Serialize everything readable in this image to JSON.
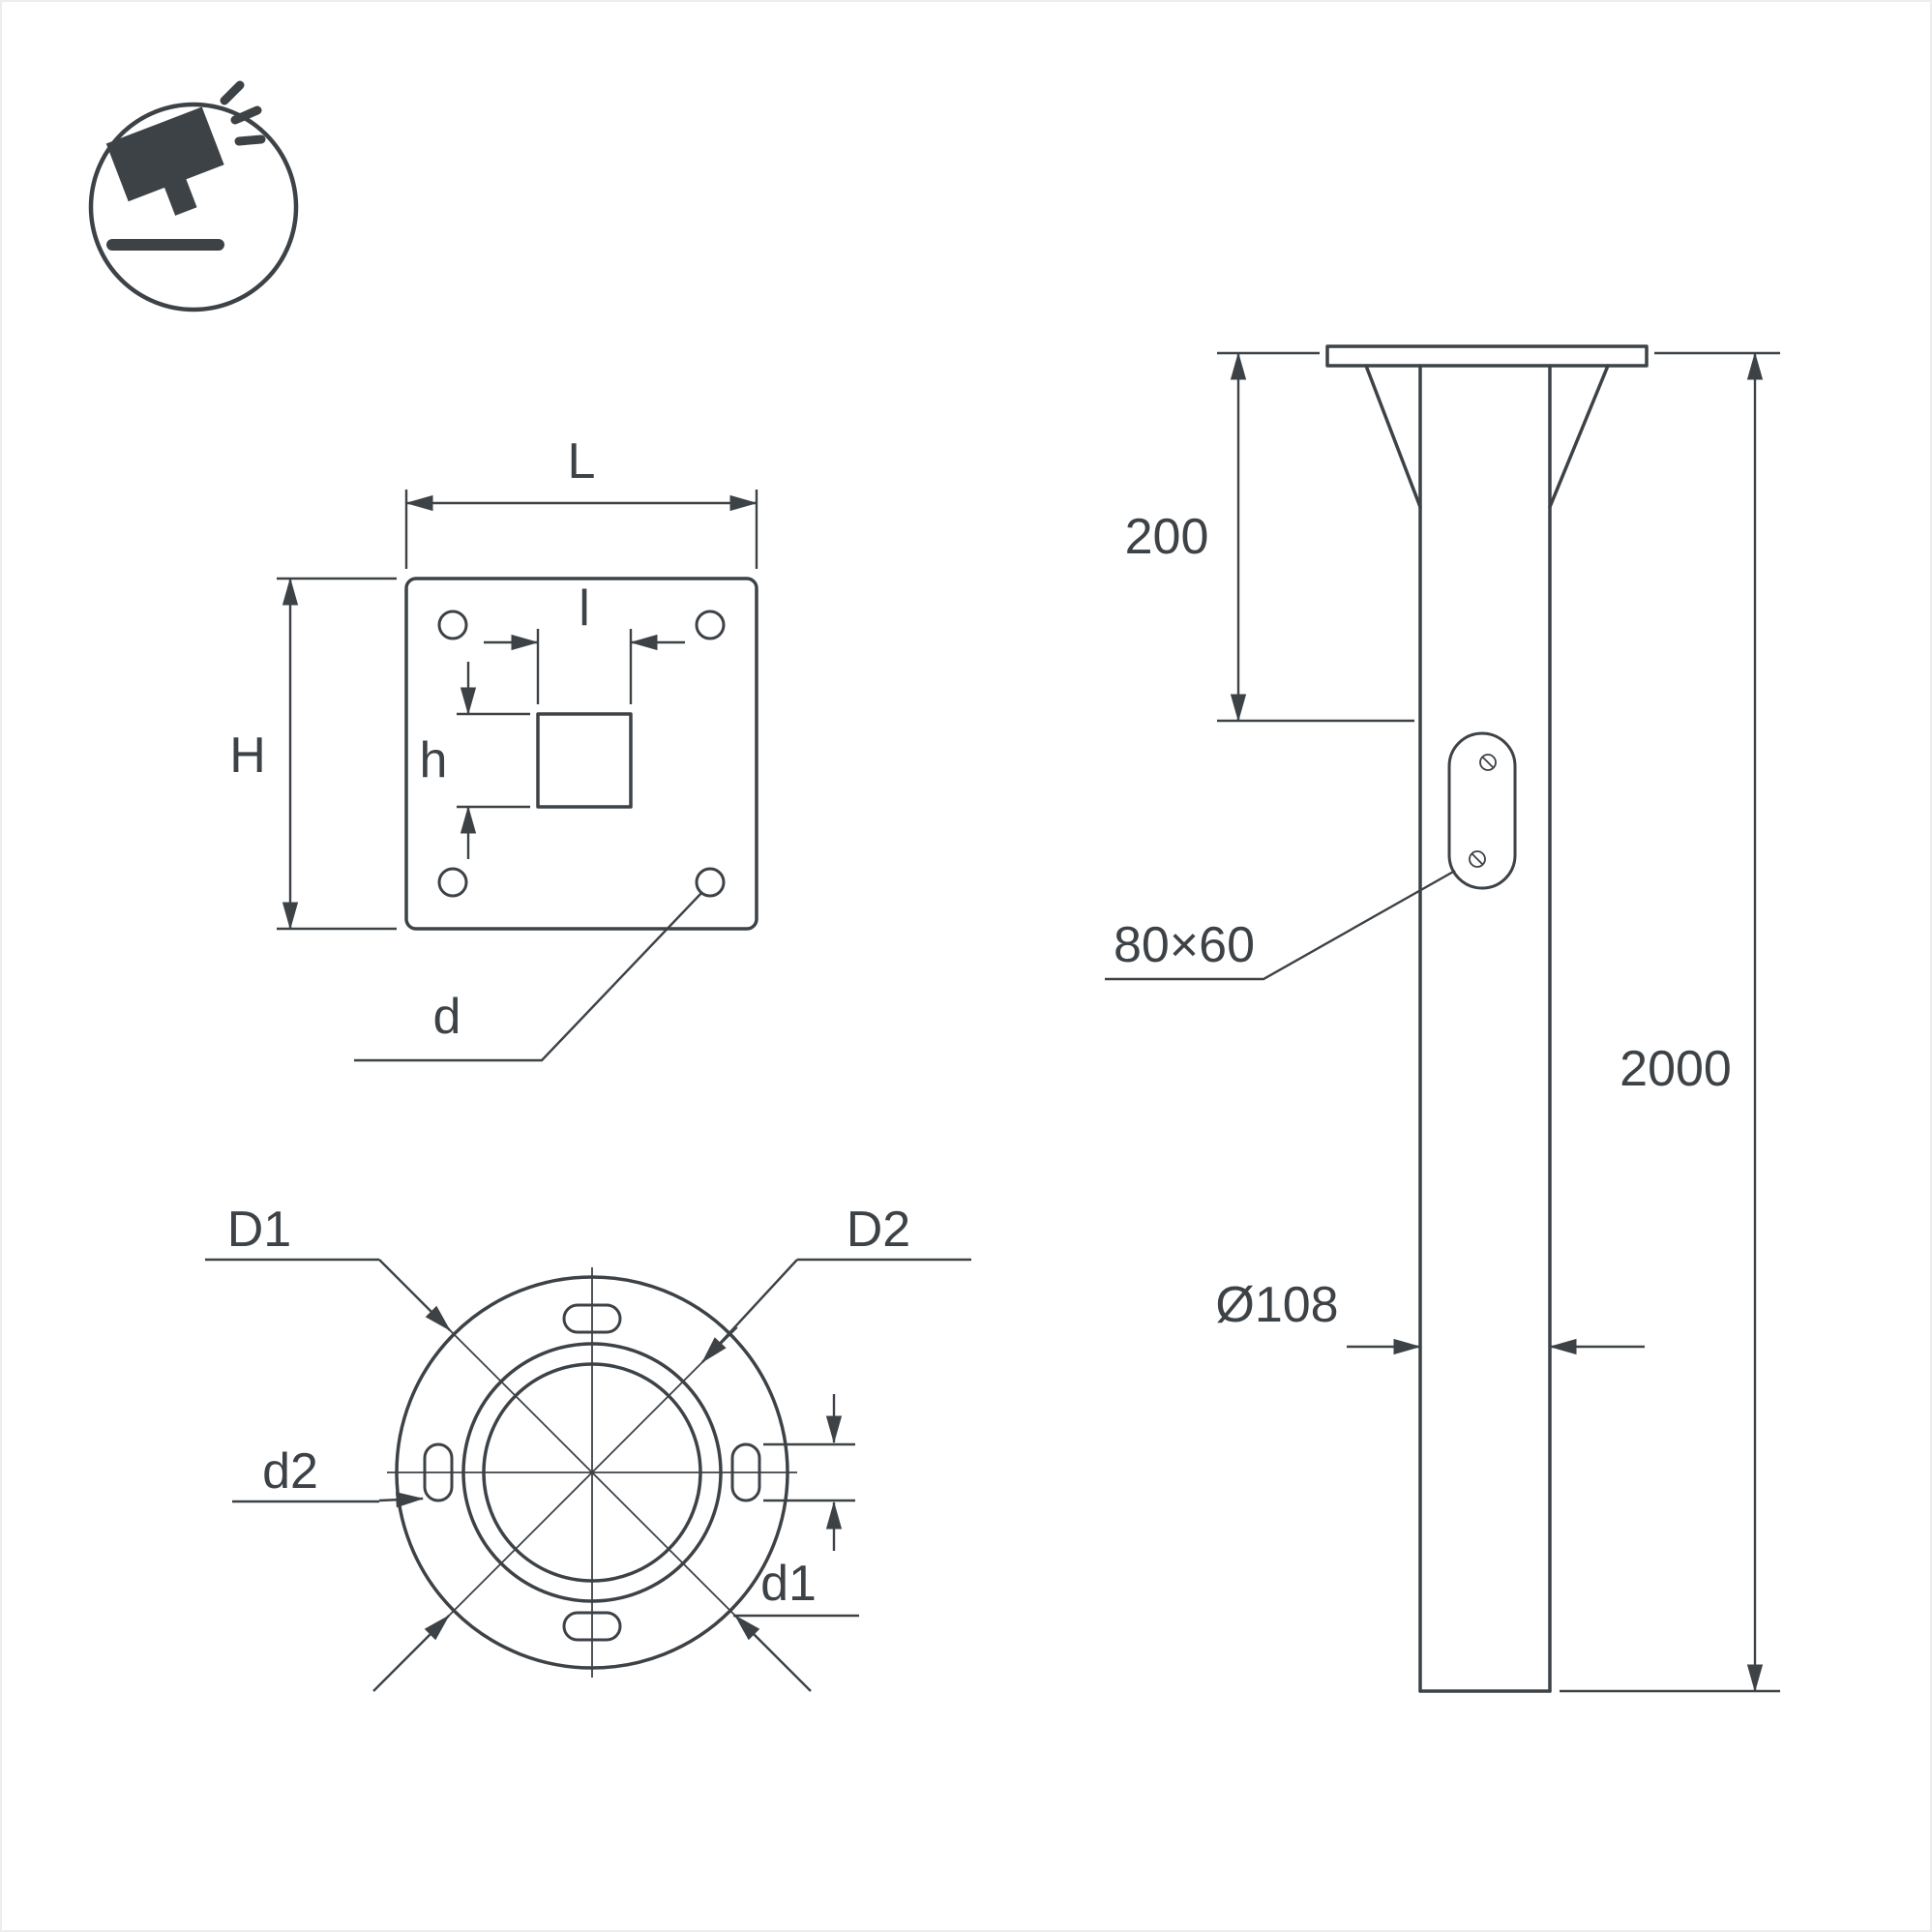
{
  "colors": {
    "line": "#3d4247",
    "bg": "#ffffff",
    "frame": "#ededed"
  },
  "icon": {
    "name": "tilted-floodlight-ground-icon"
  },
  "views": {
    "flange_top": {
      "labels": {
        "plate_width": "L",
        "plate_height": "H",
        "socket_width": "l",
        "socket_height": "h",
        "corner_hole": "d"
      }
    },
    "flange_bottom": {
      "labels": {
        "D1": "D1",
        "D2": "D2",
        "d1": "d1",
        "d2": "d2"
      }
    },
    "pole_side": {
      "labels": {
        "top_offset": "200",
        "pole_length": "2000",
        "access_hole": "80×60",
        "pole_diameter": "Ø108"
      }
    }
  }
}
